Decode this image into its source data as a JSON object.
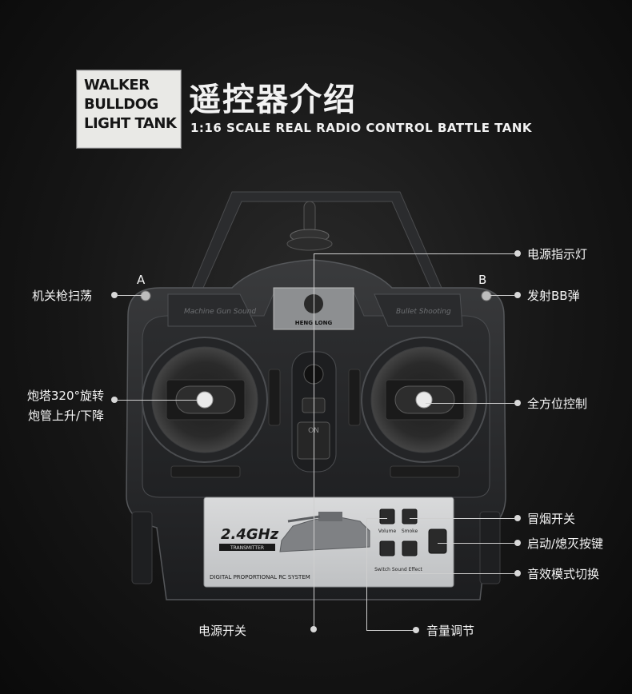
{
  "header": {
    "logo_lines": [
      "WALKER",
      "BULLDOG",
      "LIGHT TANK"
    ],
    "title_cn": "遥控器介绍",
    "title_en": "1:16 SCALE REAL RADIO CONTROL BATTLE TANK"
  },
  "remote": {
    "left_badge": "Machine Gun Sound",
    "right_badge": "Bullet Shooting",
    "brand": "HENG LONG",
    "switch_label": "ON",
    "freq_label": "2.4GHz",
    "transmitter_label": "TRANSMITTER",
    "system_label": "DIGITAL PROPORTIONAL RC SYSTEM",
    "volume_label": "Volume",
    "smoke_label": "Smoke",
    "switch_sound_label": "Switch Sound Effect"
  },
  "callouts": {
    "power_indicator": "电源指示灯",
    "letter_a": "A",
    "letter_b": "B",
    "mg_sweep": "机关枪扫荡",
    "fire_bb": "发射BB弹",
    "turret_line1": "炮塔320°旋转",
    "turret_line2": "炮管上升/下降",
    "omni_control": "全方位控制",
    "smoke_switch": "冒烟开关",
    "start_stop": "启动/熄灭按键",
    "sound_mode": "音效模式切换",
    "power_switch": "电源开关",
    "volume_adjust": "音量调节"
  }
}
